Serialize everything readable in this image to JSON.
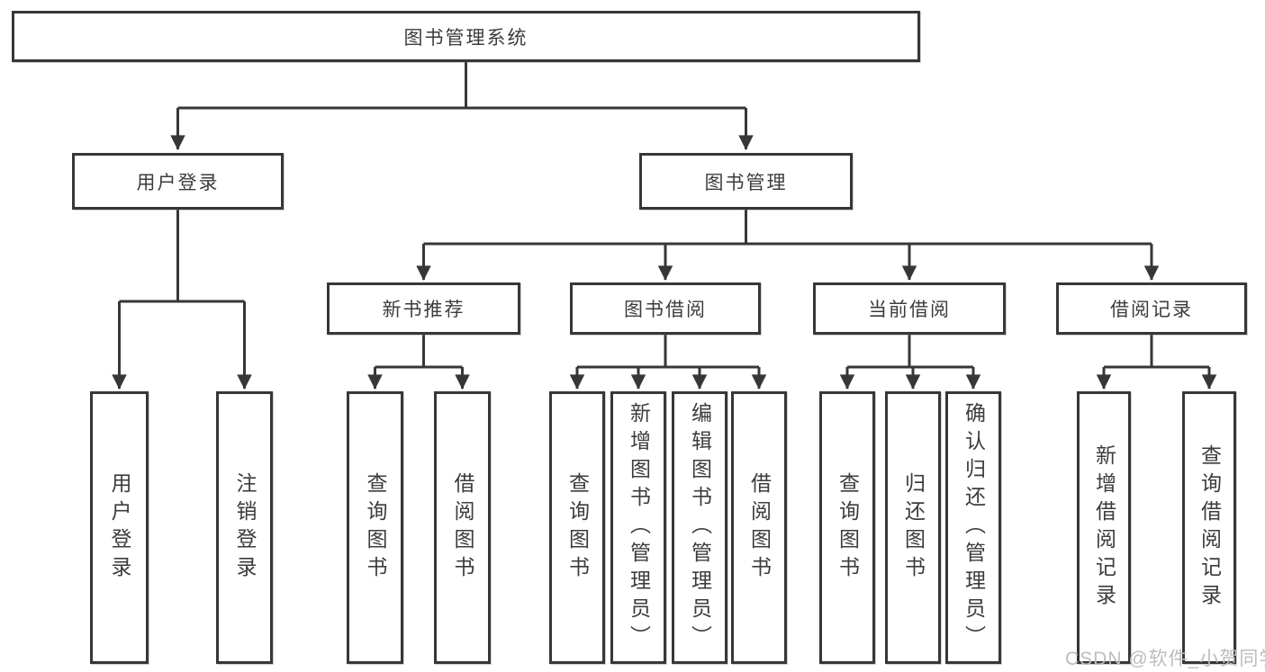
{
  "tree": {
    "label": "图书管理系统",
    "children": [
      {
        "label": "用户登录",
        "children": [
          {
            "label": "用户登录"
          },
          {
            "label": "注销登录"
          }
        ]
      },
      {
        "label": "图书管理",
        "children": [
          {
            "label": "新书推荐",
            "children": [
              {
                "label": "查询图书"
              },
              {
                "label": "借阅图书"
              }
            ]
          },
          {
            "label": "图书借阅",
            "children": [
              {
                "label": "查询图书"
              },
              {
                "label": "新增图书（管理员）"
              },
              {
                "label": "编辑图书（管理员）"
              },
              {
                "label": "借阅图书"
              }
            ]
          },
          {
            "label": "当前借阅",
            "children": [
              {
                "label": "查询图书"
              },
              {
                "label": "归还图书"
              },
              {
                "label": "确认归还（管理员）"
              }
            ]
          },
          {
            "label": "借阅记录",
            "children": [
              {
                "label": "新增借阅记录"
              },
              {
                "label": "查询借阅记录"
              }
            ]
          }
        ]
      }
    ]
  },
  "watermark": {
    "text": "CSDN @软件_小贺同学"
  },
  "colors": {
    "line": "#373737",
    "text": "#3c3c3c",
    "watermark": "#b9bec3",
    "background": "#ffffff"
  }
}
